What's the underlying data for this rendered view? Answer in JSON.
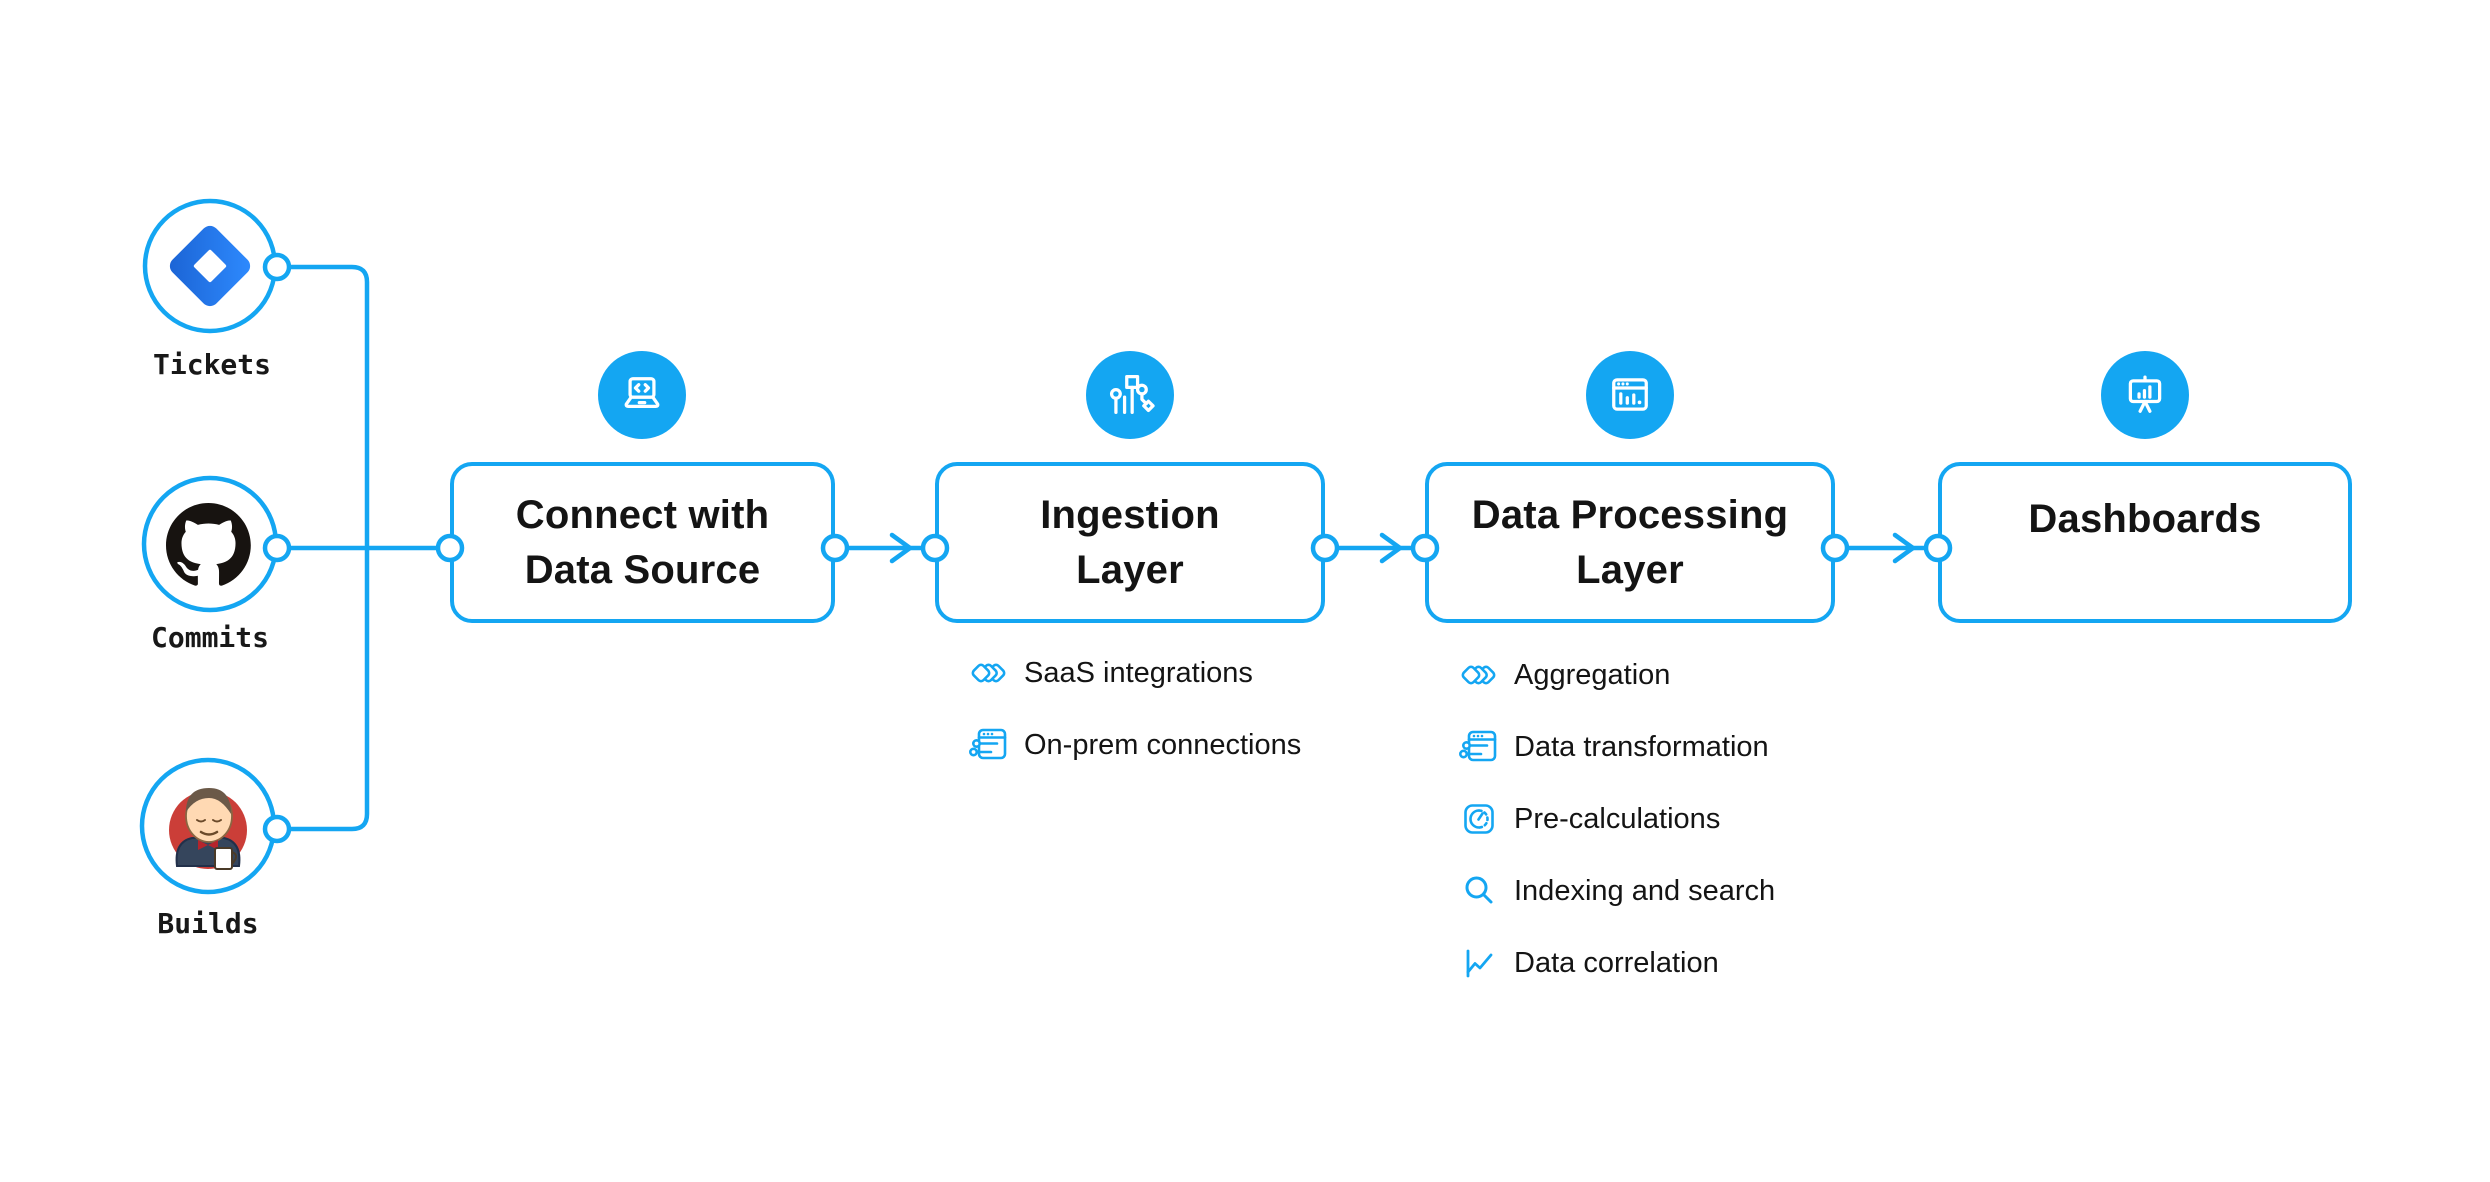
{
  "palette": {
    "accent_blue": "#14a6f2",
    "text_dark": "#141414",
    "background": "#ffffff",
    "jira_blue": "#2684ff",
    "github_black": "#171310",
    "jenkins_red": "#cb3e38"
  },
  "sources": [
    {
      "label": "Tickets",
      "icon": "jira-icon"
    },
    {
      "label": "Commits",
      "icon": "github-icon"
    },
    {
      "label": "Builds",
      "icon": "jenkins-icon"
    }
  ],
  "stages": [
    {
      "title_line1": "Connect with",
      "title_line2": "Data Source",
      "icon": "laptop-code-icon",
      "features": []
    },
    {
      "title_line1": "Ingestion",
      "title_line2": "Layer",
      "icon": "data-ingestion-icon",
      "features": [
        {
          "label": "SaaS integrations",
          "icon": "stacked-diamonds-icon"
        },
        {
          "label": "On-prem connections",
          "icon": "window-sliders-icon"
        }
      ]
    },
    {
      "title_line1": "Data Processing",
      "title_line2": "Layer",
      "icon": "window-chart-icon",
      "features": [
        {
          "label": "Aggregation",
          "icon": "stacked-diamonds-icon"
        },
        {
          "label": "Data transformation",
          "icon": "window-sliders-icon"
        },
        {
          "label": "Pre-calculations",
          "icon": "gauge-icon"
        },
        {
          "label": "Indexing and search",
          "icon": "search-icon"
        },
        {
          "label": "Data correlation",
          "icon": "line-chart-icon"
        }
      ]
    },
    {
      "title_line1": "Dashboards",
      "title_line2": "",
      "icon": "presentation-chart-icon",
      "features": []
    }
  ]
}
